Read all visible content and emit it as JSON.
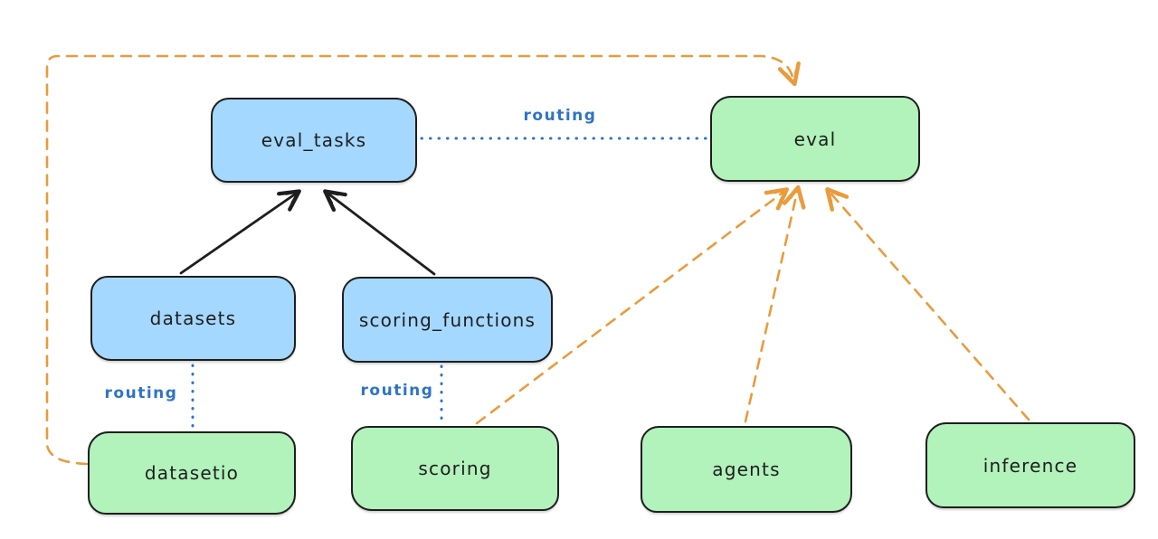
{
  "diagram": {
    "background": "#ffffff",
    "palette": {
      "node_stroke": "#1e1e1e",
      "blue_node_fill": "#a5d8ff",
      "green_node_fill": "#b2f2bb",
      "routing_blue": "#2e73c8",
      "dashed_orange": "#e99b3d",
      "solid_arrow_black": "#1e1e1e"
    },
    "nodes": {
      "eval_tasks": {
        "label": "eval_tasks",
        "fill": "blue"
      },
      "eval": {
        "label": "eval",
        "fill": "green"
      },
      "datasets": {
        "label": "datasets",
        "fill": "blue"
      },
      "scoring_functions": {
        "label": "scoring_functions",
        "fill": "blue"
      },
      "datasetio": {
        "label": "datasetio",
        "fill": "green"
      },
      "scoring": {
        "label": "scoring",
        "fill": "green"
      },
      "agents": {
        "label": "agents",
        "fill": "green"
      },
      "inference": {
        "label": "inference",
        "fill": "green"
      }
    },
    "edge_labels": {
      "routing_eval_tasks_eval": "routing",
      "routing_datasets_datasetio": "routing",
      "routing_scoring_functions_scoring": "routing"
    },
    "edges": [
      {
        "from": "datasets",
        "to": "eval_tasks",
        "style": "solid",
        "color": "black",
        "arrowhead": true,
        "label": ""
      },
      {
        "from": "scoring_functions",
        "to": "eval_tasks",
        "style": "solid",
        "color": "black",
        "arrowhead": true,
        "label": ""
      },
      {
        "from": "eval_tasks",
        "to": "eval",
        "style": "dotted",
        "color": "blue",
        "arrowhead": false,
        "label": "routing"
      },
      {
        "from": "datasets",
        "to": "datasetio",
        "style": "dotted",
        "color": "blue",
        "arrowhead": false,
        "label": "routing"
      },
      {
        "from": "scoring_functions",
        "to": "scoring",
        "style": "dotted",
        "color": "blue",
        "arrowhead": false,
        "label": "routing"
      },
      {
        "from": "datasetio",
        "to": "eval",
        "style": "dashed",
        "color": "orange",
        "arrowhead": true,
        "label": ""
      },
      {
        "from": "scoring",
        "to": "eval",
        "style": "dashed",
        "color": "orange",
        "arrowhead": true,
        "label": ""
      },
      {
        "from": "agents",
        "to": "eval",
        "style": "dashed",
        "color": "orange",
        "arrowhead": true,
        "label": ""
      },
      {
        "from": "inference",
        "to": "eval",
        "style": "dashed",
        "color": "orange",
        "arrowhead": true,
        "label": ""
      }
    ]
  }
}
